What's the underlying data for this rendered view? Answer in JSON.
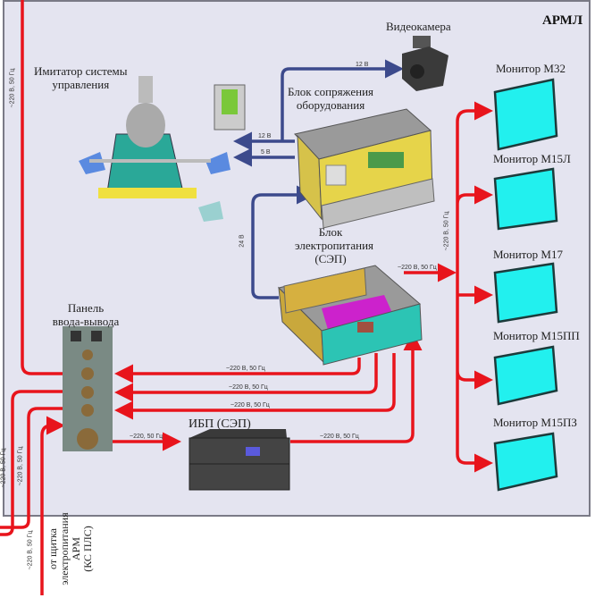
{
  "title": "АРМЛ",
  "components": {
    "simulator": {
      "label_line1": "Имитатор системы",
      "label_line2": "управления"
    },
    "camera": {
      "label": "Видеокамера"
    },
    "interface_unit": {
      "label_line1": "Блок сопряжения",
      "label_line2": "оборудования"
    },
    "power_unit": {
      "label_line1": "Блок",
      "label_line2": "электропитания",
      "label_line3": "(СЭП)"
    },
    "io_panel": {
      "label_line1": "Панель",
      "label_line2": "ввода-вывода"
    },
    "ups": {
      "label": "ИБП (СЭП)"
    },
    "external_source": {
      "label_line1": "от щитка",
      "label_line2": "электропитания",
      "label_line3": "АРМ",
      "label_line4": "(КС ПЛС)"
    }
  },
  "monitors": [
    {
      "label": "Монитор М32"
    },
    {
      "label": "Монитор М15Л"
    },
    {
      "label": "Монитор М17"
    },
    {
      "label": "Монитор М15ПП"
    },
    {
      "label": "Монитор М15ПЗ"
    }
  ],
  "connections": {
    "camera_12v": "12 В",
    "sim_12v": "12 В",
    "sim_5v": "5 В",
    "sep_24v": "24 В",
    "sep_to_monitors": "~220 В, 50 Гц",
    "monitor_bus": "~220 В, 50 Гц",
    "left_bus": "~220 В, 50 Гц",
    "sep_to_panel_1": "~220 В, 50 Гц",
    "sep_to_panel_2": "~220 В, 50 Гц",
    "sep_to_panel_3": "~220 В, 50 Гц",
    "panel_to_ups": "~220, 50 Гц",
    "ups_to_sep": "~220 В, 50 Гц",
    "panel_out_1": "~220 В, 50 Гц",
    "panel_out_2": "~220 В, 50 Гц",
    "external_in": "~220 В, 50 Гц"
  },
  "colors": {
    "power_line": "#e8141c",
    "signal_line": "#3c4a8c",
    "monitor_screen": "#22f0ee",
    "background": "#e4e4f0"
  }
}
